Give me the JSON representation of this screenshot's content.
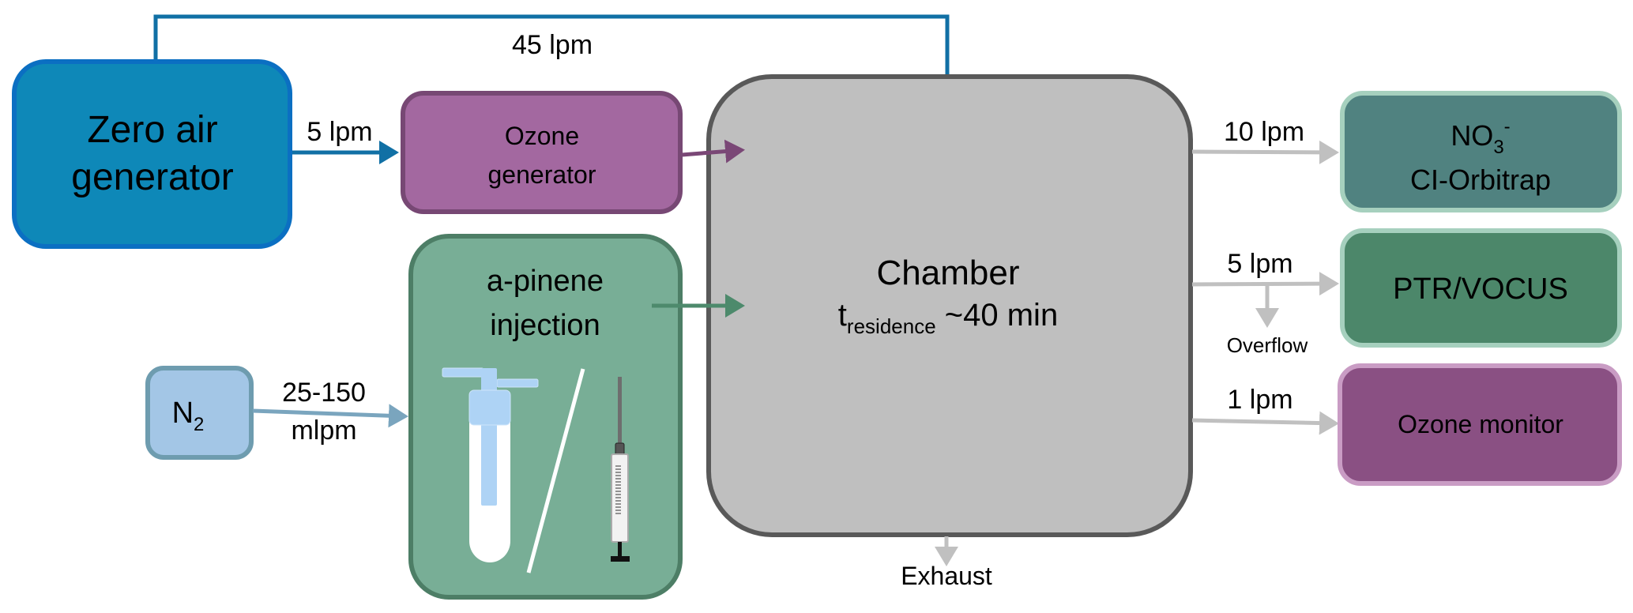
{
  "nodes": {
    "zero_air": {
      "line1": "Zero air",
      "line2": "generator",
      "fill": "#0E88B8",
      "stroke": "#0B6FC2"
    },
    "ozone_gen": {
      "line1": "Ozone",
      "line2": "generator",
      "fill": "#A368A0",
      "stroke": "#774874"
    },
    "pinene": {
      "line1": "a-pinene",
      "line2": "injection",
      "fill": "#78AE96",
      "stroke": "#4D7E66"
    },
    "n2": {
      "base": "N",
      "sub": "2",
      "fill": "#A3C6E6",
      "stroke": "#6E9CAF"
    },
    "chamber": {
      "title": "Chamber",
      "t": "t",
      "t_sub": "residence",
      "t_value": " ~40 min",
      "fill": "#BFBFBF",
      "stroke": "#595959"
    },
    "orbitrap": {
      "line1_base": "NO",
      "line1_sub": "3",
      "line1_sup": "-",
      "line2": "CI-Orbitrap",
      "fill": "#508280",
      "stroke": "#A6D0BE"
    },
    "ptr": {
      "label": "PTR/VOCUS",
      "fill": "#4C876A",
      "stroke": "#A6D0BE"
    },
    "ozone_mon": {
      "label": "Ozone monitor",
      "fill": "#8A5083",
      "stroke": "#C99CC4"
    }
  },
  "flows": {
    "zero_to_chamber": "45 lpm",
    "zero_to_ozone": "5 lpm",
    "n2_line1": "25-150",
    "n2_line2": "mlpm",
    "to_orbitrap": "10 lpm",
    "to_ptr": "5 lpm",
    "overflow": "Overflow",
    "to_ozone_mon": "1 lpm",
    "exhaust": "Exhaust"
  },
  "colors": {
    "supply_line": "#1170A5",
    "sample_line": "#C0C0C0",
    "ozone_line": "#7A4776",
    "pinene_line": "#4D8A6C",
    "n2_line": "#7AA5BE"
  }
}
